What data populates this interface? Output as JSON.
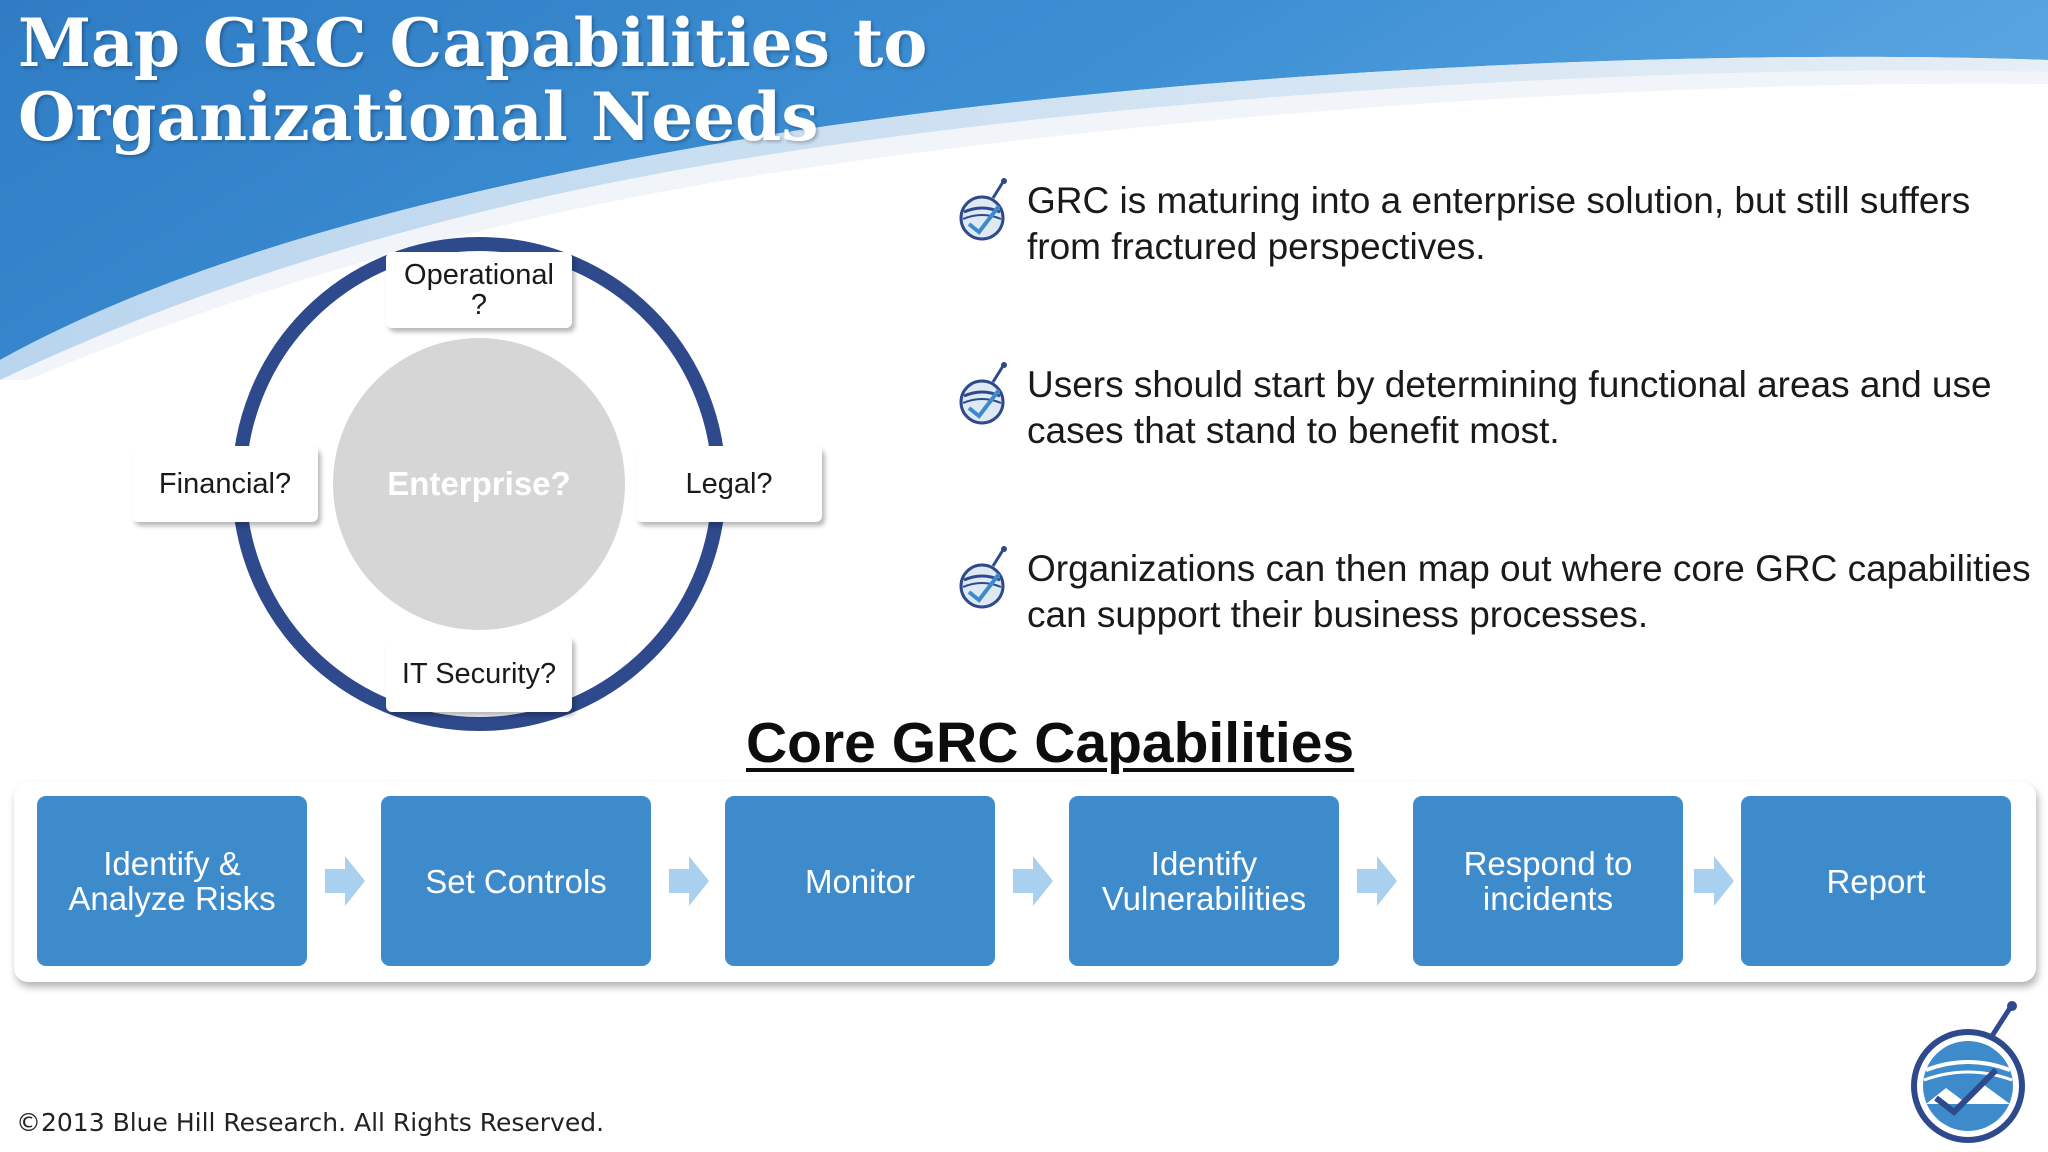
{
  "slide": {
    "title_lines": [
      "Map GRC Capabilities to",
      "Organizational Needs"
    ],
    "copyright": "©2013 Blue Hill Research. All Rights Reserved."
  },
  "colors": {
    "header_blue": "#2f7cc4",
    "ring_navy": "#2e4a8c",
    "step_blue": "#3e8bcb",
    "arrow_light_blue": "#a9d0ee",
    "center_circle_gray": "#d6d6d6"
  },
  "cycle": {
    "center_label": "Enterprise?",
    "top_label_lines": [
      "Operational",
      "?"
    ],
    "left_label": "Financial?",
    "right_label": "Legal?",
    "bottom_label": "IT Security?"
  },
  "bullets": [
    {
      "icon": "globe-checkmark-icon",
      "text": "GRC is maturing into a enterprise solution, but still suffers from fractured perspectives."
    },
    {
      "icon": "globe-checkmark-icon",
      "text": "Users should start by determining functional areas and use cases that stand to benefit most."
    },
    {
      "icon": "globe-checkmark-icon",
      "text": "Organizations can then map out where core GRC capabilities can support their business processes."
    }
  ],
  "capabilities": {
    "title": "Core GRC Capabilities",
    "steps": [
      {
        "lines": [
          "Identify &",
          "Analyze Risks"
        ]
      },
      {
        "lines": [
          "Set Controls"
        ]
      },
      {
        "lines": [
          "Monitor"
        ]
      },
      {
        "lines": [
          "Identify",
          "Vulnerabilities"
        ]
      },
      {
        "lines": [
          "Respond to",
          "incidents"
        ]
      },
      {
        "lines": [
          "Report"
        ]
      }
    ]
  },
  "logo": {
    "icon": "blue-hill-research-logo-icon"
  }
}
